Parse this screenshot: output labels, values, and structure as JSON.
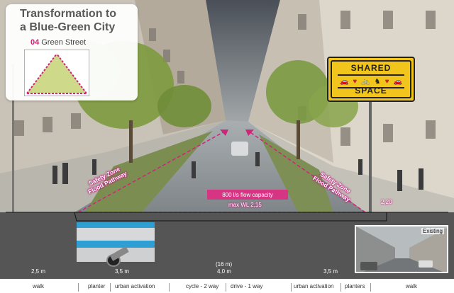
{
  "title": "Transformation to\na Blue-Green City",
  "subtitle": {
    "number": "04",
    "text": "Green Street"
  },
  "sign": {
    "top": "SHARED",
    "bottom": "SPACE",
    "icon_glyphs": [
      "🚗",
      "♥",
      "🚲",
      "♞",
      "♥",
      "🚗"
    ]
  },
  "labels": {
    "safety_left": "Safety Zone\nFlood Pathway",
    "safety_right": "Safety Zone\nFlood Pathway",
    "flow": "800 l/s flow capacity",
    "max_wl": "max WL 2,15",
    "depth": "2,20",
    "existing": "Existing"
  },
  "dimensions": {
    "total": "(16 m)",
    "widths": [
      "2,5 m",
      "3,5 m",
      "4,0 m",
      "3,5 m"
    ]
  },
  "legend": [
    "walk",
    "planter",
    "urban activation",
    "cycle - 2 way",
    "drive - 1 way",
    "urban activation",
    "planters",
    "walk"
  ],
  "colors": {
    "accent": "#d0237a",
    "sign_yellow": "#f2c51d",
    "water": "#2f9fd3"
  }
}
